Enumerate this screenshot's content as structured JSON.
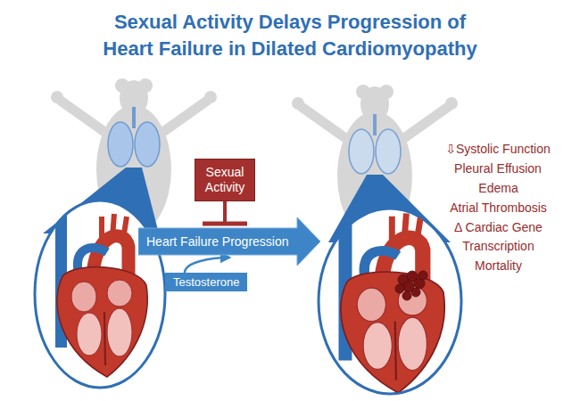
{
  "diagram": {
    "title": "Sexual Activity Delays Progression of Heart Failure in Dilated Cardiomyopathy",
    "nodes": [
      {
        "text": [
          "Sexual Activity"
        ]
      },
      {
        "text": [
          "Heart Failure Progression"
        ]
      },
      {
        "text": [
          "Testosterone"
        ]
      }
    ],
    "edges": [
      {
        "from": 0,
        "to": 1,
        "arrow": "none"
      },
      {
        "from": 2,
        "to": 1,
        "arrow": "to"
      }
    ],
    "labels": [
      "⇩Systolic Function",
      "Pleural Effusion",
      "Edema",
      "Atrial Thrombosis",
      "Δ Cardiac Gene Transcription",
      "Mortality"
    ]
  }
}
